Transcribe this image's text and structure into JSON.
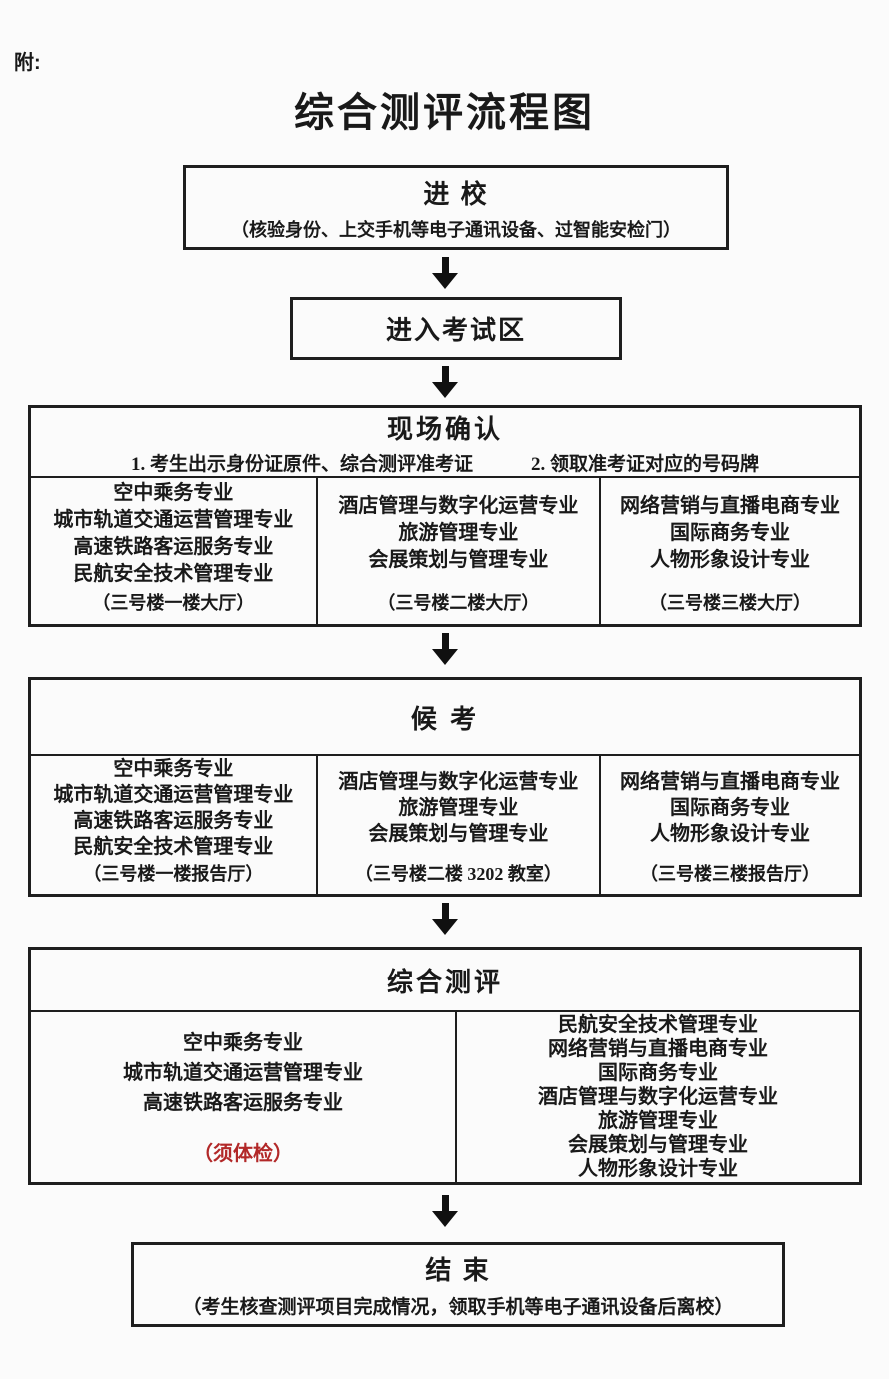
{
  "page": {
    "attachment_label": "附:",
    "title": "综合测评流程图"
  },
  "colors": {
    "ink": "#1e1e1e",
    "note_red": "#b22828",
    "background": "#fbfbfb"
  },
  "flow": {
    "enter_school": {
      "title": "进 校",
      "note": "（核验身份、上交手机等电子通讯设备、过智能安检门）"
    },
    "enter_exam_area": {
      "title": "进入考试区"
    },
    "onsite_confirm": {
      "title": "现场确认",
      "steps": [
        "1. 考生出示身份证原件、综合测评准考证",
        "2. 领取准考证对应的号码牌"
      ],
      "columns": [
        {
          "majors": [
            "空中乘务专业",
            "城市轨道交通运营管理专业",
            "高速铁路客运服务专业",
            "民航安全技术管理专业"
          ],
          "location": "（三号楼一楼大厅）"
        },
        {
          "majors": [
            "酒店管理与数字化运营专业",
            "旅游管理专业",
            "会展策划与管理专业"
          ],
          "location": "（三号楼二楼大厅）"
        },
        {
          "majors": [
            "网络营销与直播电商专业",
            "国际商务专业",
            "人物形象设计专业"
          ],
          "location": "（三号楼三楼大厅）"
        }
      ]
    },
    "waiting": {
      "title": "候 考",
      "columns": [
        {
          "majors": [
            "空中乘务专业",
            "城市轨道交通运营管理专业",
            "高速铁路客运服务专业",
            "民航安全技术管理专业"
          ],
          "location": "（三号楼一楼报告厅）"
        },
        {
          "majors": [
            "酒店管理与数字化运营专业",
            "旅游管理专业",
            "会展策划与管理专业"
          ],
          "location": "（三号楼二楼 3202 教室）"
        },
        {
          "majors": [
            "网络营销与直播电商专业",
            "国际商务专业",
            "人物形象设计专业"
          ],
          "location": "（三号楼三楼报告厅）"
        }
      ]
    },
    "assessment": {
      "title": "综合测评",
      "left": {
        "majors": [
          "空中乘务专业",
          "城市轨道交通运营管理专业",
          "高速铁路客运服务专业"
        ],
        "note": "（须体检）"
      },
      "right": {
        "majors": [
          "民航安全技术管理专业",
          "网络营销与直播电商专业",
          "国际商务专业",
          "酒店管理与数字化运营专业",
          "旅游管理专业",
          "会展策划与管理专业",
          "人物形象设计专业"
        ]
      }
    },
    "end": {
      "title": "结 束",
      "note": "（考生核查测评项目完成情况，领取手机等电子通讯设备后离校）"
    }
  }
}
